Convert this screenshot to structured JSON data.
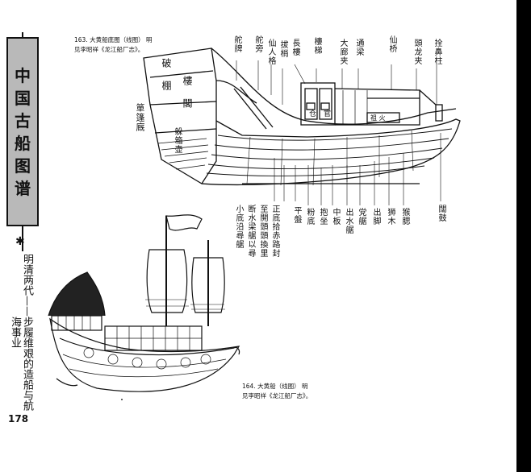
{
  "book": {
    "title_chars": [
      "中",
      "国",
      "古",
      "船",
      "图",
      "谱"
    ],
    "section_text": "明清两代——步履维艰的造船与航海事业",
    "page_number": "178"
  },
  "figure163": {
    "caption_line1": "163. 大黄船底图（线图）  明",
    "caption_line2": "见李昭祥《龙江船厂志》。",
    "stern_plaque_1": "破  棚",
    "stern_plaque_2": "樓  閣",
    "cabin_plaque_1": "官",
    "cabin_plaque_2": "仓",
    "side_plaque": "祖  火",
    "labels_top": [
      "舵牌",
      "舵旁",
      "仙人格",
      "拔梢",
      "長樓",
      "樓梯",
      "大廊夹",
      "通梁",
      "仙桥",
      "頭龙夹",
      "拴鼻柱"
    ],
    "labels_left": [
      "箪篷廐",
      "躲箱壶"
    ],
    "labels_bottom": [
      "正底拾赤路封",
      "至開頭頭換里",
      "断水梁艍以尋",
      "小底沿尋艍",
      "平盤",
      "粉底",
      "抱坐",
      "中板",
      "出水艍",
      "党艍",
      "出脚",
      "狮木",
      "猴腮",
      "闊鼓"
    ]
  },
  "figure164": {
    "caption_line1": "164. 大黄船（线图）  明",
    "caption_line2": "见李昭祥《龙江船厂志》。"
  }
}
